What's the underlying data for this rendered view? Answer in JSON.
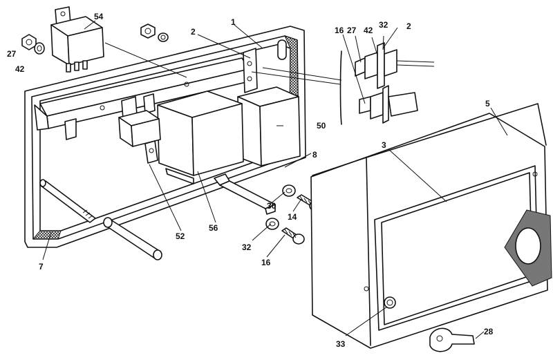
{
  "diagram": {
    "callouts": {
      "c1": "1",
      "c2_left": "2",
      "c2_right": "2",
      "c3": "3",
      "c5": "5",
      "c7": "7",
      "c8": "8",
      "c14": "14",
      "c16_inset": "16",
      "c16": "16",
      "c27_left": "27",
      "c27_inset": "27",
      "c28": "28",
      "c30": "30",
      "c32_inset": "32",
      "c32": "32",
      "c33": "33",
      "c42_left": "42",
      "c42_inset": "42",
      "c50": "50",
      "c52": "52",
      "c54": "54",
      "c56": "56"
    }
  }
}
